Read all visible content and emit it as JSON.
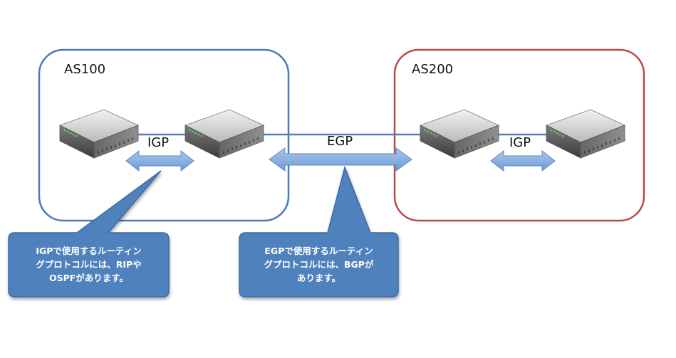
{
  "as_left": {
    "label": "AS100",
    "border_color": "#4a7ab6"
  },
  "as_right": {
    "label": "AS200",
    "border_color": "#b94a47"
  },
  "protocols": {
    "igp_left": "IGP",
    "egp": "EGP",
    "igp_right": "IGP"
  },
  "callouts": {
    "igp": {
      "lines": [
        "IGPで使用するルーティン",
        "グプロトコルには、RIPや",
        "OSPFがあります。"
      ],
      "fill_color": "#4f81bd"
    },
    "egp": {
      "lines": [
        "EGPで使用するルーティン",
        "グプロトコルには、BGPが",
        "あります。"
      ],
      "fill_color": "#4f81bd"
    }
  },
  "colors": {
    "arrow_fill": "#8db4e2",
    "link_line": "#4f81bd"
  },
  "icons": [
    "router-icon",
    "router-icon",
    "router-icon",
    "router-icon"
  ]
}
